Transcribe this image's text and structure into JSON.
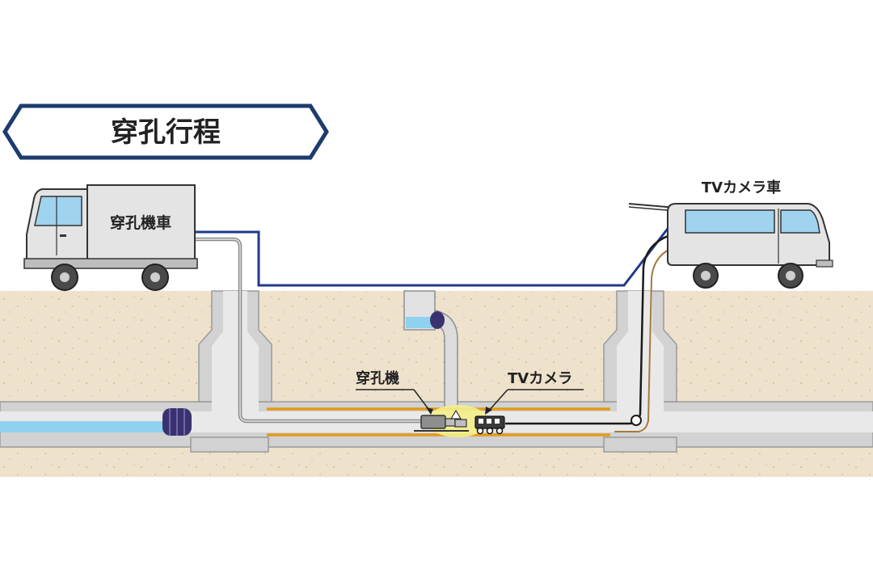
{
  "title": "穿孔行程",
  "labels": {
    "drill_truck": "穿孔機車",
    "tv_truck": "TVカメラ車",
    "drill_machine": "穿孔機",
    "tv_camera": "TVカメラ"
  },
  "colors": {
    "title_border": "#1d3c6e",
    "ground": "#eee2cc",
    "concrete": "#d2d2d2",
    "water": "#8fd1ee",
    "cable_blue": "#1e3a8a",
    "cable_gray": "#8a8a8a",
    "cable_brown": "#a57a3c",
    "liner_orange": "#e39a18",
    "work_glow": "#f3f08a",
    "plug": "#3a3270"
  }
}
